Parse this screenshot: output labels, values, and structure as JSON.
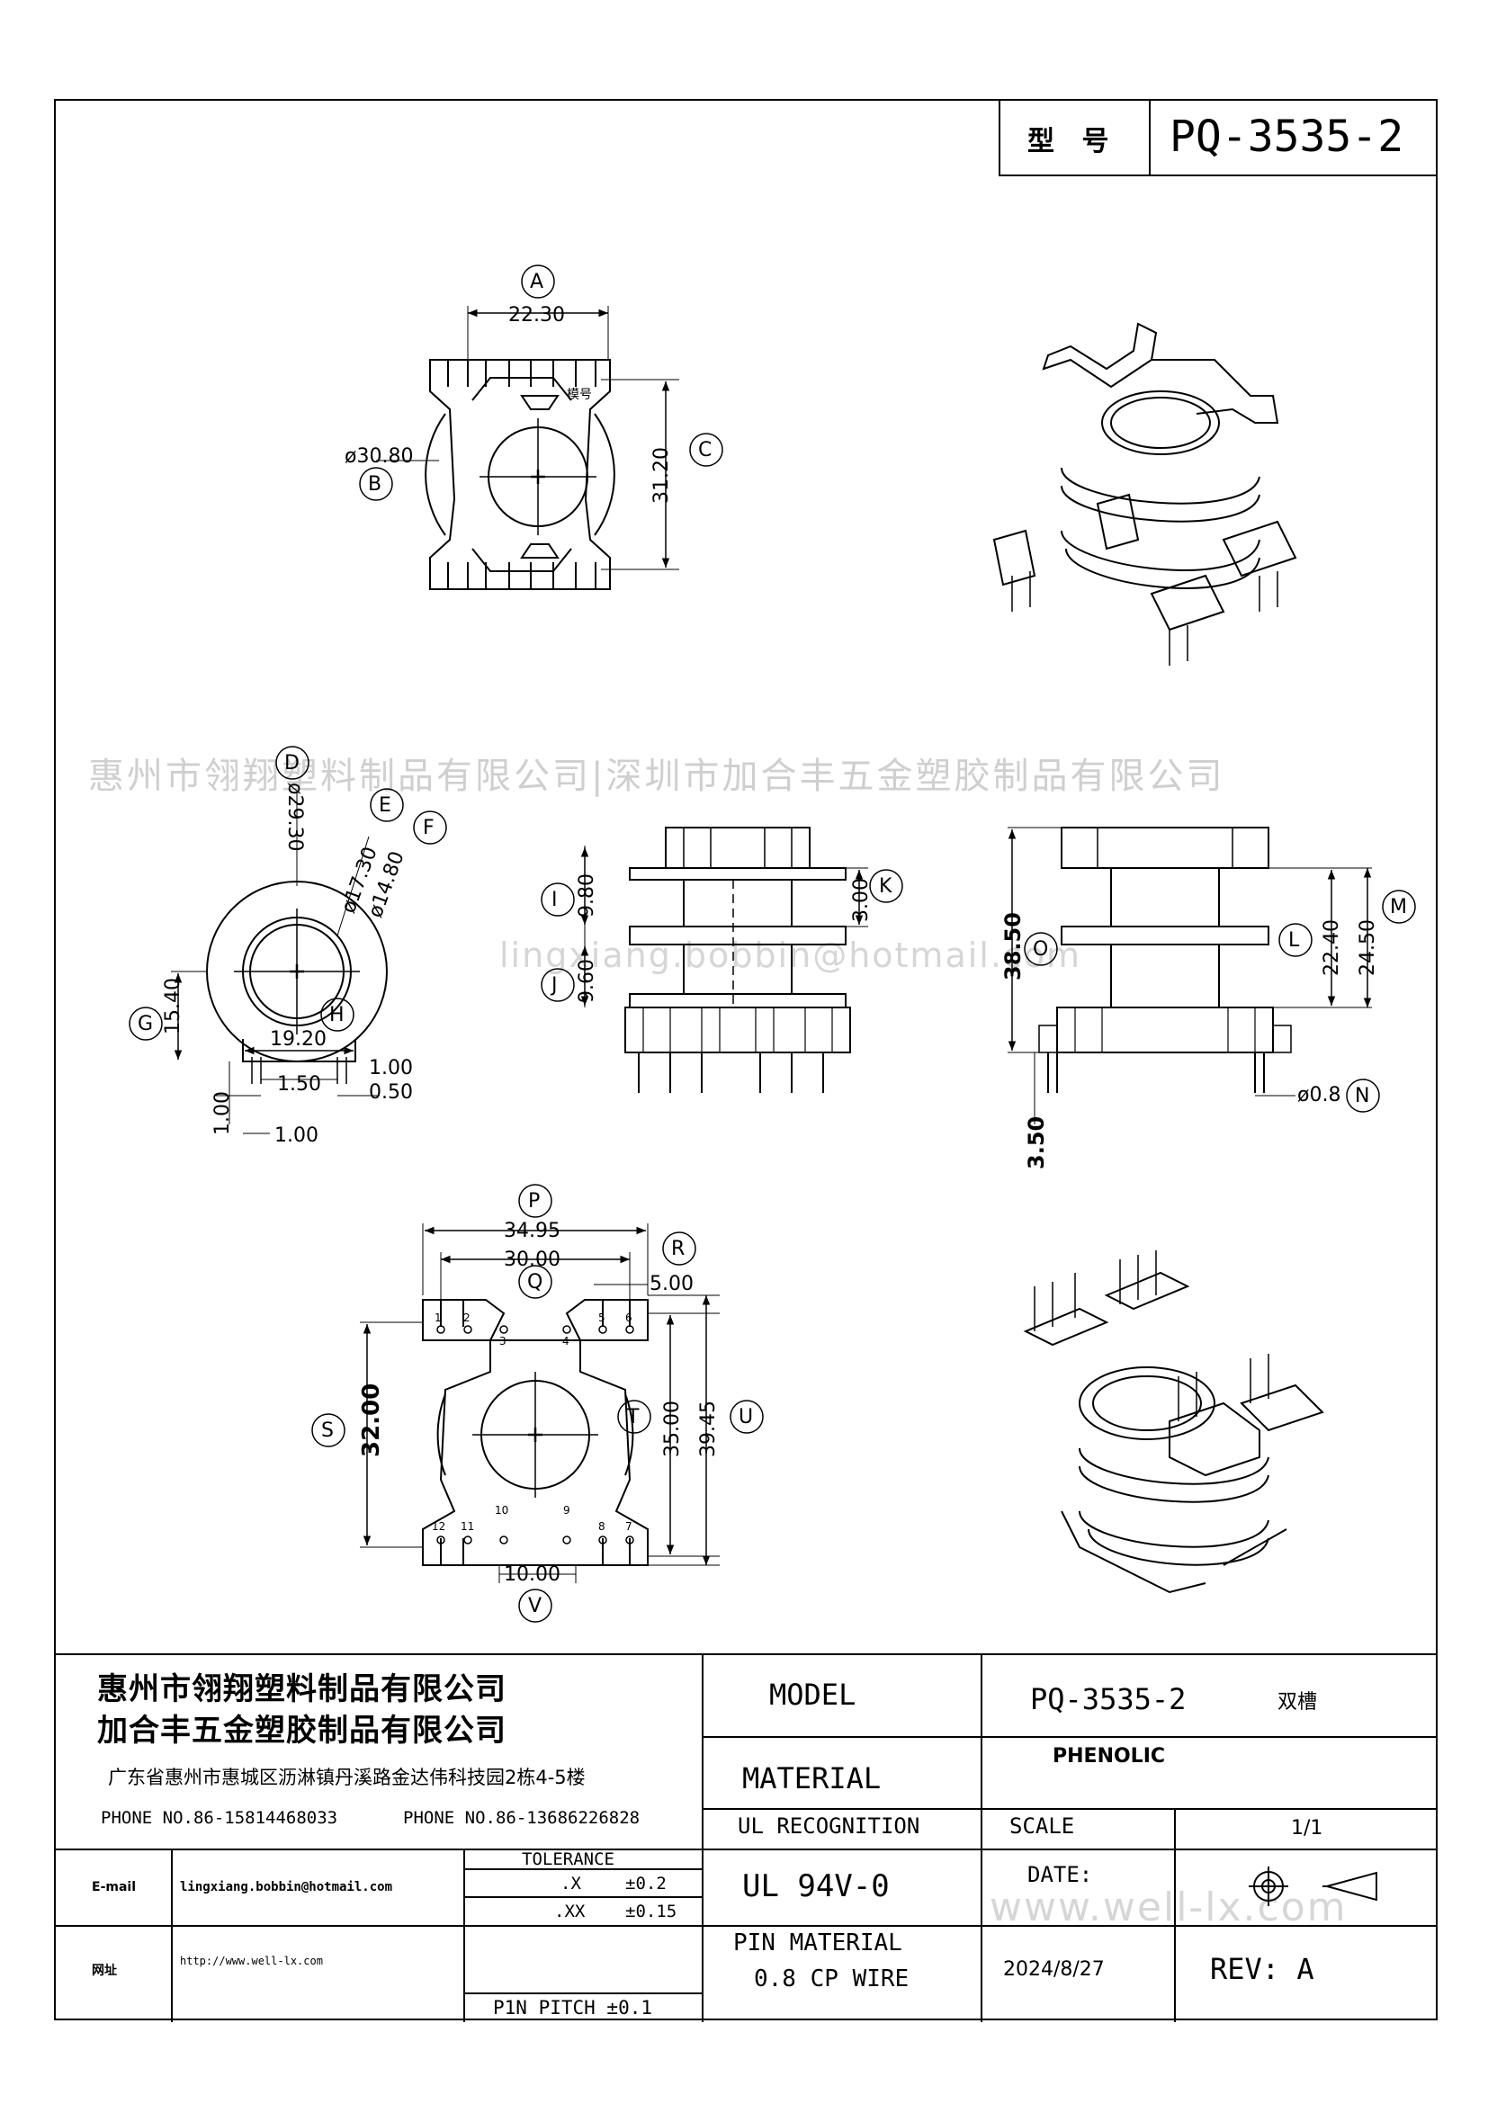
{
  "model_box": {
    "label": "型 号",
    "value": "PQ-3535-2"
  },
  "watermarks": {
    "company": "惠州市翎翔塑料制品有限公司|深圳市加合丰五金塑胶制品有限公司",
    "email": "lingxiang.bobbin@hotmail.com",
    "site": "www.well-lx.com"
  },
  "views": {
    "top": {
      "dims": [
        "22.30",
        "31.20",
        "ø30.80"
      ],
      "letters": [
        "A",
        "B",
        "C"
      ],
      "mark": "模号"
    },
    "bottom_circle": {
      "dims": [
        "ø29.30",
        "ø17.30",
        "ø14.80",
        "15.40",
        "19.20",
        "1.50",
        "1.00",
        "0.50",
        "1.00",
        "1.00"
      ],
      "letters": [
        "D",
        "E",
        "F",
        "G",
        "H"
      ]
    },
    "front": {
      "dims": [
        "9.80",
        "9.60",
        "3.00"
      ],
      "letters": [
        "I",
        "J",
        "K"
      ]
    },
    "side": {
      "dims": [
        "38.50",
        "22.40",
        "24.50",
        "ø0.8",
        "3.50"
      ],
      "letters": [
        "O",
        "L",
        "M",
        "N"
      ]
    },
    "pin_view": {
      "dims": [
        "34.95",
        "30.00",
        "5.00",
        "32.00",
        "35.00",
        "39.45",
        "10.00"
      ],
      "letters": [
        "P",
        "Q",
        "R",
        "S",
        "T",
        "U",
        "V"
      ],
      "pins_top": [
        "1",
        "2",
        "3",
        "4",
        "5",
        "6"
      ],
      "pins_bottom": [
        "12",
        "11",
        "10",
        "9",
        "8",
        "7"
      ]
    }
  },
  "title_block": {
    "company_line1": "惠州市翎翔塑料制品有限公司",
    "company_line2": "加合丰五金塑胶制品有限公司",
    "address": "广东省惠州市惠城区沥淋镇丹溪路金达伟科技园2栋4-5楼",
    "phone1": "PHONE NO.86-15814468033",
    "phone2": "PHONE NO.86-13686226828",
    "email_label": "E-mail",
    "email_value": "lingxiang.bobbin@hotmail.com",
    "web_label": "网址",
    "web_value": "http://www.well-lx.com",
    "tolerance_title": "TOLERANCE",
    "tol_x_label": ".X",
    "tol_x_value": "±0.2",
    "tol_xx_label": ".XX",
    "tol_xx_value": "±0.15",
    "pin_pitch": "P1N PITCH ±0.1",
    "model_label": "MODEL",
    "model_value": "PQ-3535-2",
    "model_note": "双槽",
    "material_label": "MATERIAL",
    "material_value": "PHENOLIC",
    "ul_label": "UL RECOGNITION",
    "ul_value": "UL 94V-0",
    "scale_label": "SCALE",
    "scale_value": "1/1",
    "date_label": "DATE:",
    "date_value": "2024/8/27",
    "pin_material_line1": "PIN MATERIAL",
    "pin_material_line2": "0.8 CP WIRE",
    "rev": "REV: A"
  }
}
